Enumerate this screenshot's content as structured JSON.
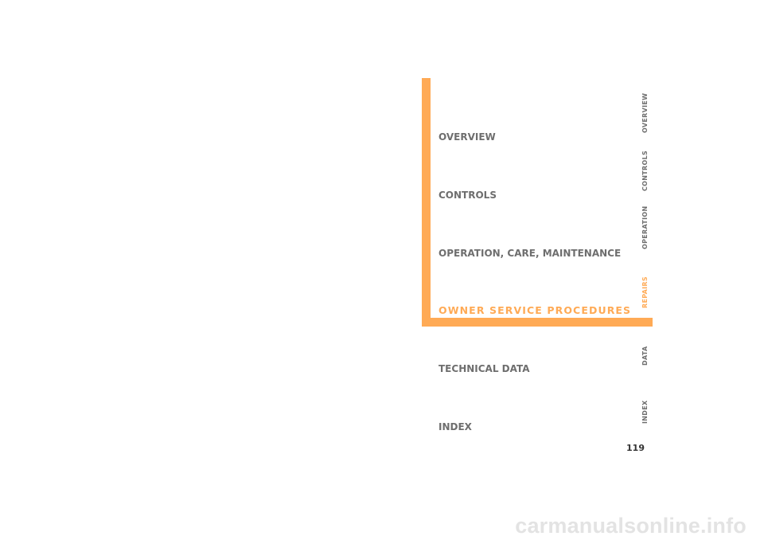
{
  "colors": {
    "accent": "#ffaa55",
    "text": "#6e6e6e",
    "watermark": "#e3e3e3"
  },
  "sections": [
    {
      "label": "OVERVIEW",
      "active": false
    },
    {
      "label": "CONTROLS",
      "active": false
    },
    {
      "label": "OPERATION, CARE, MAINTENANCE",
      "active": false
    },
    {
      "label": "OWNER SERVICE PROCEDURES",
      "active": true
    },
    {
      "label": "TECHNICAL DATA",
      "active": false
    },
    {
      "label": "INDEX",
      "active": false
    }
  ],
  "side_tabs": [
    {
      "label": "OVERVIEW",
      "active": false
    },
    {
      "label": "CONTROLS",
      "active": false
    },
    {
      "label": "OPERATION",
      "active": false
    },
    {
      "label": "REPAIRS",
      "active": true
    },
    {
      "label": "DATA",
      "active": false
    },
    {
      "label": "INDEX",
      "active": false
    }
  ],
  "page_number": "119",
  "watermark": "carmanualsonline.info"
}
